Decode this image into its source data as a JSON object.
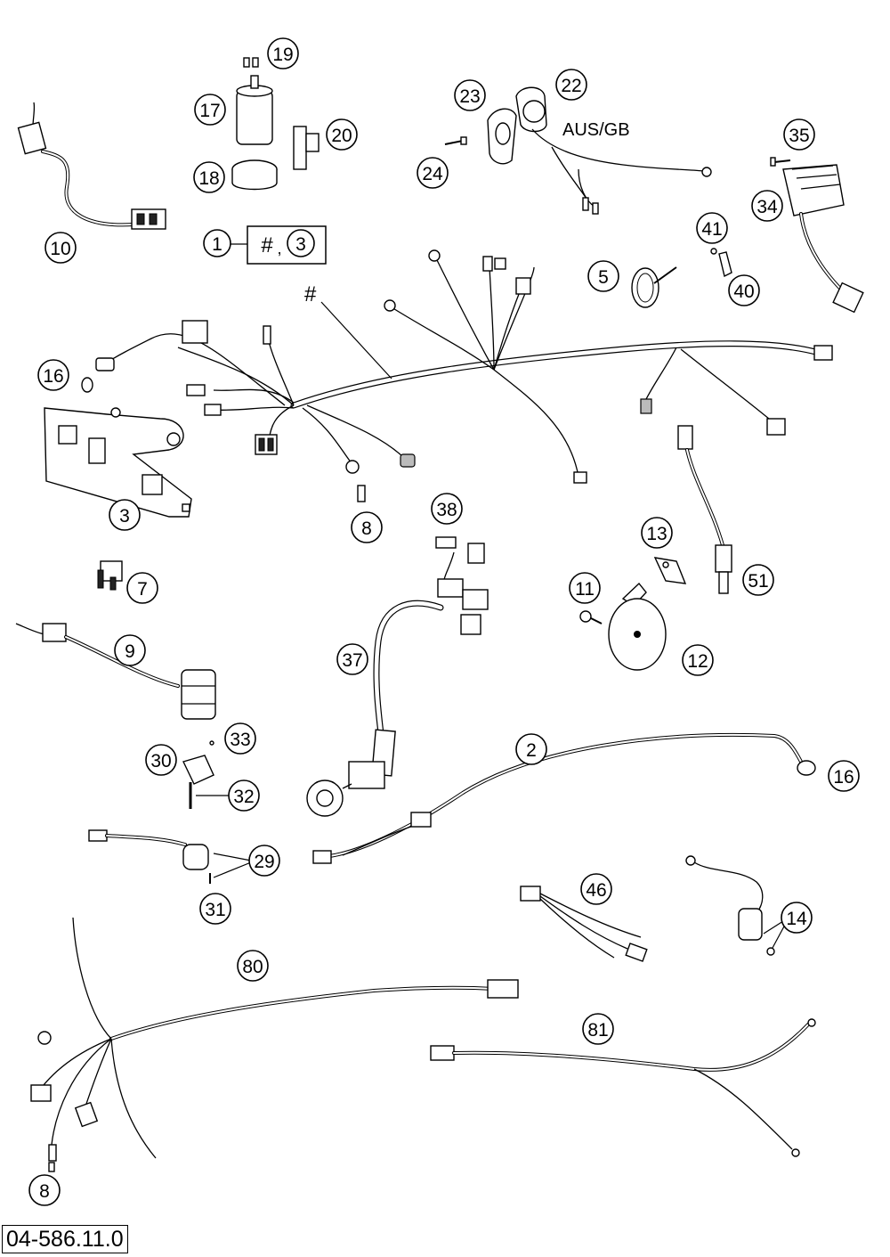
{
  "diagram": {
    "doc_id": "04-586.11.0",
    "group_label": {
      "main": "1",
      "hash": "#",
      "comma": ",",
      "ref": "3"
    },
    "harness_marker": "#",
    "aus_gb_label": "AUS/GB",
    "callouts": {
      "c10": "10",
      "c17": "17",
      "c19": "19",
      "c18": "18",
      "c20": "20",
      "c23": "23",
      "c22": "22",
      "c24": "24",
      "c35": "35",
      "c34": "34",
      "c41": "41",
      "c40": "40",
      "c5": "5",
      "c16a": "16",
      "c3": "3",
      "c8a": "8",
      "c38": "38",
      "c7": "7",
      "c13": "13",
      "c11": "11",
      "c51": "51",
      "c12": "12",
      "c9": "9",
      "c37": "37",
      "c33": "33",
      "c30": "30",
      "c32": "32",
      "c2": "2",
      "c16b": "16",
      "c29": "29",
      "c31": "31",
      "c46": "46",
      "c14": "14",
      "c80": "80",
      "c81": "81",
      "c8b": "8"
    }
  }
}
